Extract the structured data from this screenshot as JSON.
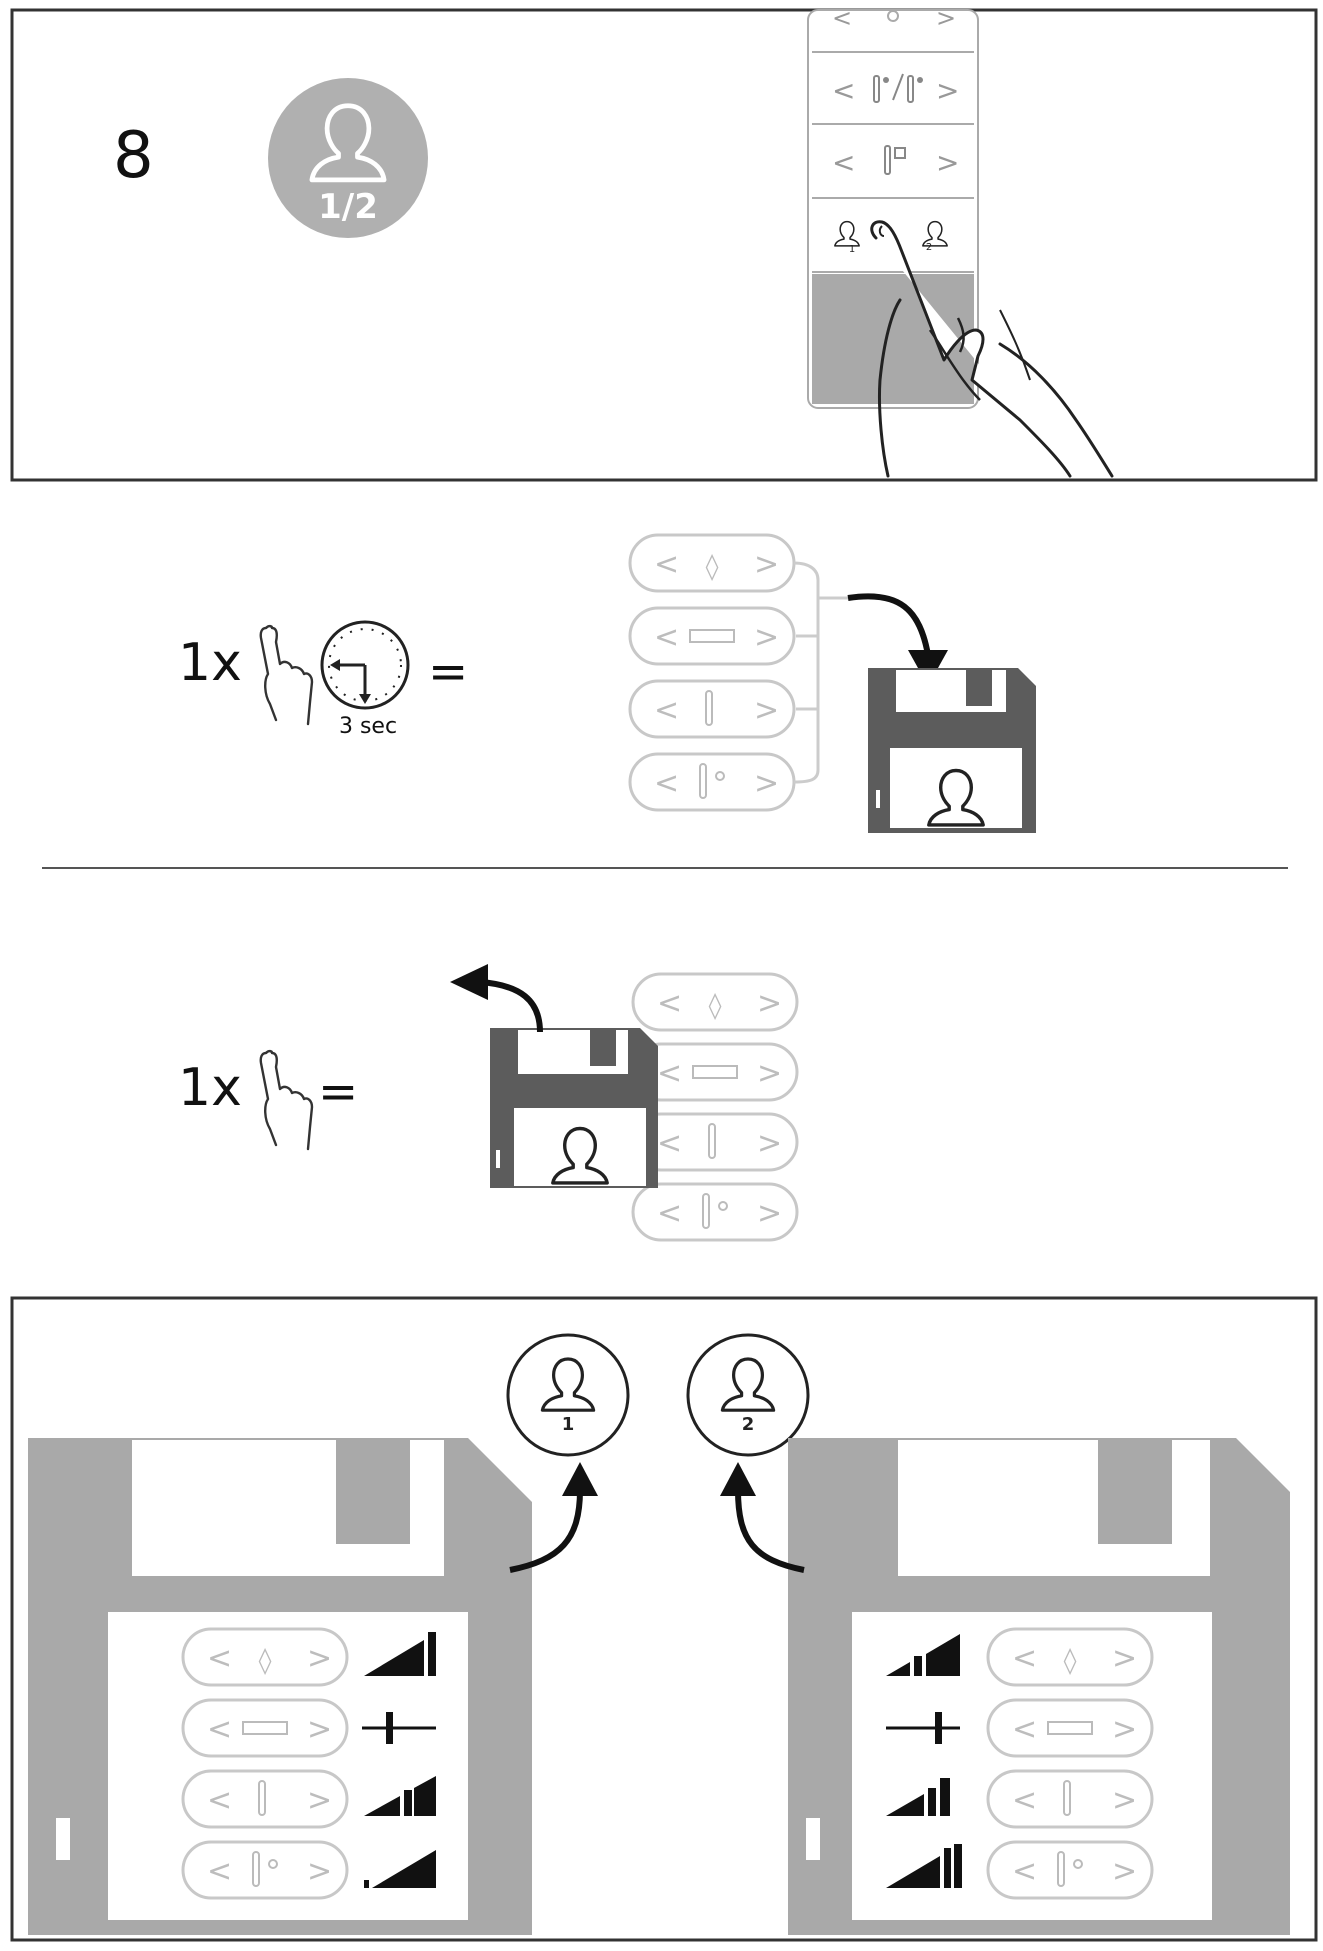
{
  "step": {
    "number": "8"
  },
  "profile_badge": {
    "text": "1/2"
  },
  "panel_buttons": [
    {
      "left": "<",
      "right": ">"
    },
    {
      "left": "<",
      "right": ">"
    },
    {
      "left": "<",
      "right": ">"
    }
  ],
  "panel_profiles": {
    "p1": "1",
    "p2": "2"
  },
  "save_instruction": {
    "count": "1x",
    "equals": "=",
    "duration": "3 sec"
  },
  "load_instruction": {
    "count": "1x",
    "equals": "="
  },
  "mini_button": {
    "left": "<",
    "right": ">"
  },
  "profile_circles": {
    "one": "1",
    "two": "2"
  },
  "colors": {
    "stroke": "#222222",
    "disk": "#5c5c5c",
    "disk_light": "#a9a9a9",
    "button_outline": "#c8c8c8",
    "badge": "#b0b0b0"
  }
}
